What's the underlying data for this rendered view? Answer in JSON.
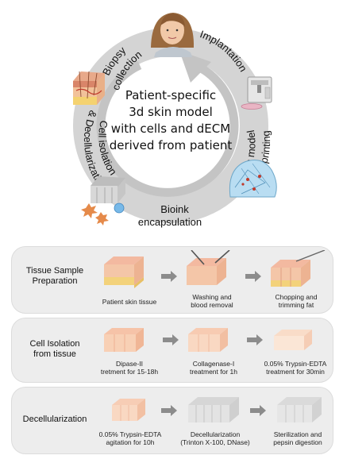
{
  "cycle": {
    "center_lines": [
      "Patient-specific",
      "3d skin model",
      "with cells and dECM",
      "derived from patient"
    ],
    "labels": {
      "biopsy_1": "Biopsy",
      "biopsy_2": "collection",
      "implantation": "Implantation",
      "bioprint_1": "Skin model",
      "bioprint_2": "Bio-printing",
      "bioink_1": "Bioink",
      "bioink_2": "encapsulation",
      "cell_iso_1": "Cell isolation",
      "cell_iso_2": "& Decellularization"
    },
    "colors": {
      "ring": "#d4d4d4",
      "arrow": "#c4c4c4"
    }
  },
  "panels": [
    {
      "title_lines": [
        "Tissue Sample",
        "Preparation"
      ],
      "steps": [
        {
          "lines": [
            "Patient skin tissue"
          ]
        },
        {
          "lines": [
            "Washing and",
            "blood removal"
          ]
        },
        {
          "lines": [
            "Chopping and",
            "trimming fat"
          ]
        }
      ]
    },
    {
      "title_lines": [
        "Cell Isolation",
        "from tissue"
      ],
      "steps": [
        {
          "lines": [
            "Dipase-II",
            "tretment for 15-18h"
          ]
        },
        {
          "lines": [
            "Collagenase-I",
            "treatment for 1h"
          ]
        },
        {
          "lines": [
            "0.05% Trypsin-EDTA",
            "treatment for 30min"
          ]
        }
      ]
    },
    {
      "title_lines": [
        "Decellularization"
      ],
      "steps": [
        {
          "lines": [
            "0.05% Trypsin-EDTA",
            "agitation for 10h"
          ]
        },
        {
          "lines": [
            "Decellularization",
            "(Trinton X-100, DNase)"
          ]
        },
        {
          "lines": [
            "Sterilization and",
            "pepsin digestion"
          ]
        }
      ]
    }
  ]
}
